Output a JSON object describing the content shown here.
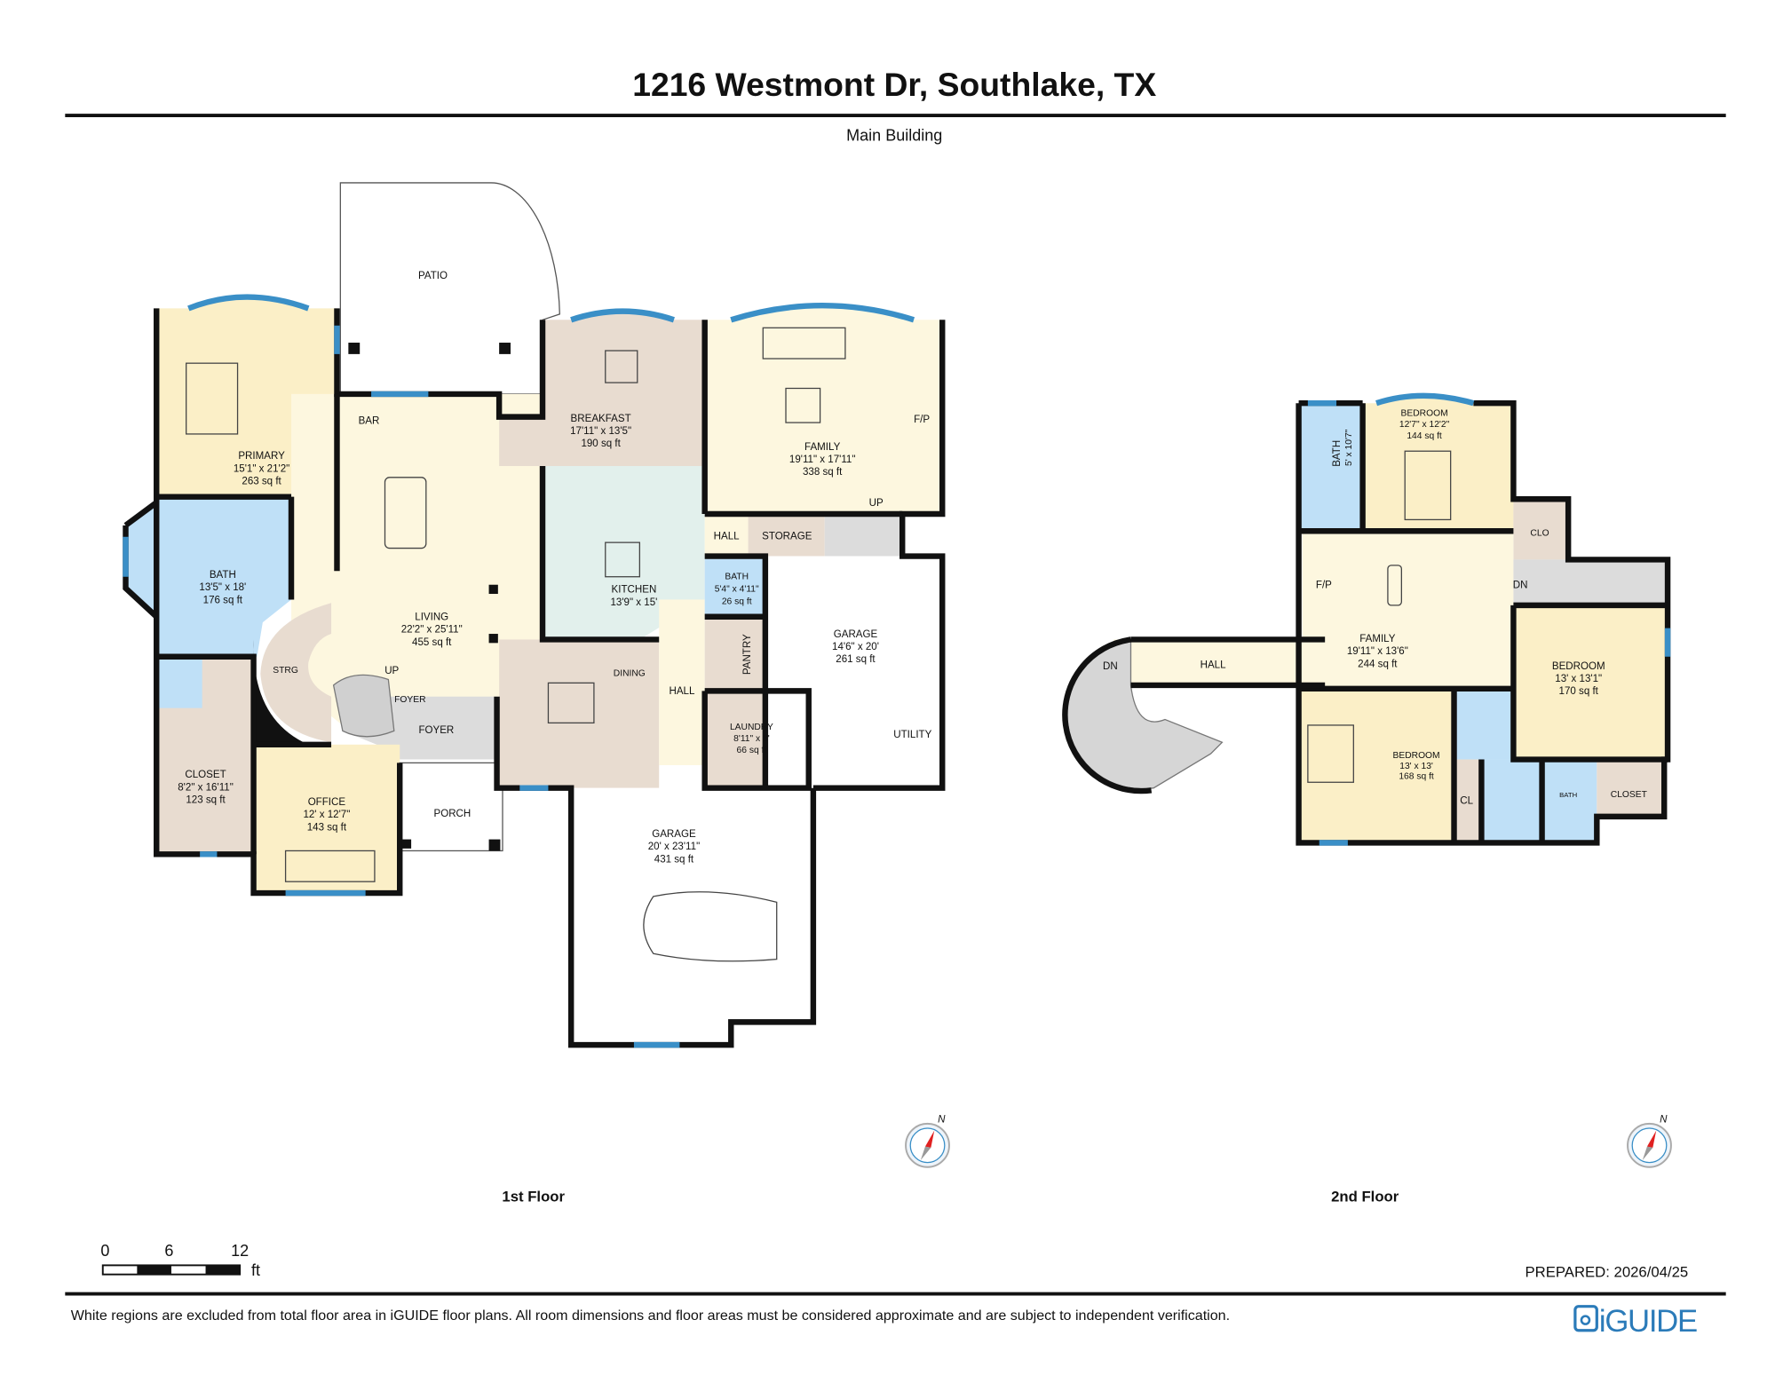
{
  "header": {
    "title": "1216 Westmont Dr, Southlake, TX",
    "subtitle": "Main Building"
  },
  "floor1": {
    "label": "1st Floor",
    "rooms": [
      {
        "name": "PATIO"
      },
      {
        "name": "PRIMARY",
        "dims": "15'1\" x 21'2\"",
        "area": "263 sq ft"
      },
      {
        "name": "BAR"
      },
      {
        "name": "BREAKFAST",
        "dims": "17'11\" x 13'5\"",
        "area": "190 sq ft"
      },
      {
        "name": "FAMILY",
        "dims": "19'11\" x 17'11\"",
        "area": "338 sq ft"
      },
      {
        "name": "F/P"
      },
      {
        "name": "BATH",
        "dims": "13'5\" x 18'",
        "area": "176 sq ft"
      },
      {
        "name": "LIVING",
        "dims": "22'2\" x 25'11\"",
        "area": "455 sq ft"
      },
      {
        "name": "KITCHEN",
        "dims": "13'9\" x 15'"
      },
      {
        "name": "HALL"
      },
      {
        "name": "STORAGE"
      },
      {
        "name": "UP"
      },
      {
        "name": "BATH",
        "dims": "5'4\" x 4'11\"",
        "area": "26 sq ft"
      },
      {
        "name": "GARAGE",
        "dims": "14'6\" x 20'",
        "area": "261 sq ft"
      },
      {
        "name": "PANTRY"
      },
      {
        "name": "DINING"
      },
      {
        "name": "HALL"
      },
      {
        "name": "STRG"
      },
      {
        "name": "UP"
      },
      {
        "name": "FOYER"
      },
      {
        "name": "FOYER"
      },
      {
        "name": "UTILITY"
      },
      {
        "name": "LAUNDRY",
        "dims": "8'11\" x 8'",
        "area": "66 sq ft"
      },
      {
        "name": "CLOSET",
        "dims": "8'2\" x 16'11\"",
        "area": "123 sq ft"
      },
      {
        "name": "OFFICE",
        "dims": "12' x 12'7\"",
        "area": "143 sq ft"
      },
      {
        "name": "PORCH"
      },
      {
        "name": "GARAGE",
        "dims": "20' x 23'11\"",
        "area": "431 sq ft"
      }
    ]
  },
  "floor2": {
    "label": "2nd Floor",
    "rooms": [
      {
        "name": "BEDROOM",
        "dims": "12'7\" x 12'2\"",
        "area": "144 sq ft"
      },
      {
        "name": "BATH",
        "dims": "5' x 10'7\""
      },
      {
        "name": "CLO"
      },
      {
        "name": "F/P"
      },
      {
        "name": "DN"
      },
      {
        "name": "FAMILY",
        "dims": "19'11\" x 13'6\"",
        "area": "244 sq ft"
      },
      {
        "name": "DN"
      },
      {
        "name": "HALL"
      },
      {
        "name": "BEDROOM",
        "dims": "13' x 13'1\"",
        "area": "170 sq ft"
      },
      {
        "name": "BEDROOM",
        "dims": "13' x 13'",
        "area": "168 sq ft"
      },
      {
        "name": "CL"
      },
      {
        "name": "BATH"
      },
      {
        "name": "CLOSET"
      }
    ]
  },
  "compass": {
    "label": "N"
  },
  "scale": {
    "ticks": [
      "0",
      "6",
      "12"
    ],
    "unit": "ft"
  },
  "footer": {
    "prepared": "PREPARED: 2026/04/25",
    "disclaimer": "White regions are excluded from total floor area in iGUIDE floor plans. All room dimensions and floor areas must be considered approximate and are subject to independent verification.",
    "logo": "iGUIDE"
  },
  "colors": {
    "wall": "#111111",
    "window": "#3a8fc7",
    "primary": "#fbefc7",
    "living": "#fdf7df",
    "bath": "#bfe0f7",
    "beige": "#e8dcd0",
    "kitchen": "#e2f0ec",
    "foyer": "#dcdcdc",
    "logo": "#2b7bb9"
  }
}
